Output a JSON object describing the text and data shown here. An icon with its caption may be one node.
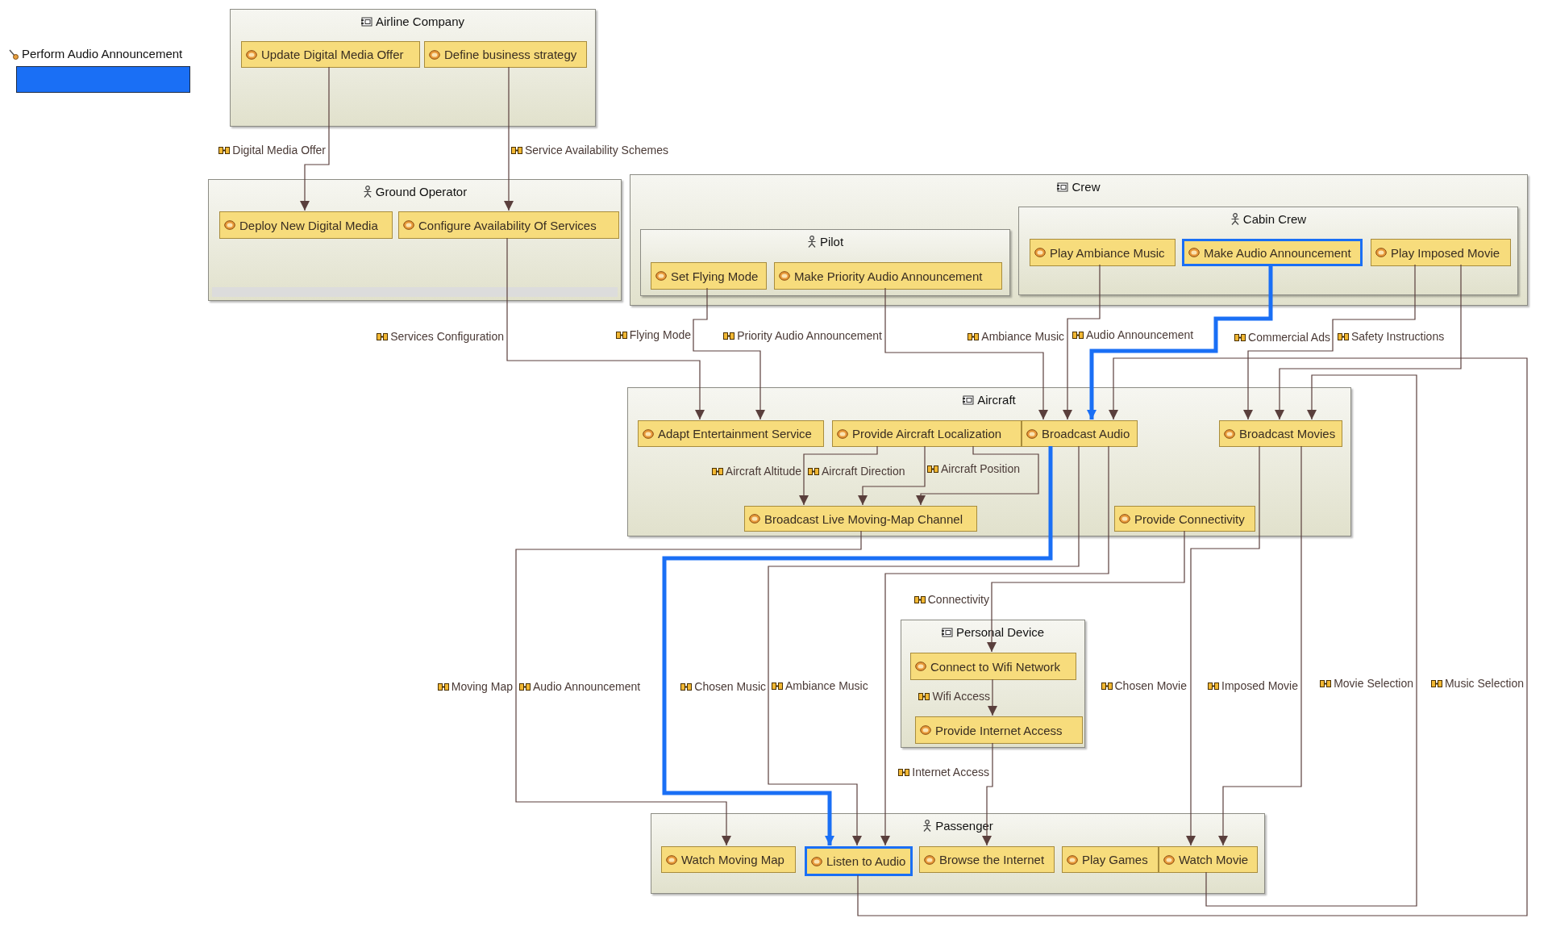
{
  "diagram": {
    "nodes": [
      {
        "text": [
          "Airline Company"
        ]
      },
      {
        "text": [
          "Update Digital Media Offer"
        ],
        "in": 0
      },
      {
        "text": [
          "Define business strategy"
        ],
        "in": 0
      },
      {
        "text": [
          "Ground Operator"
        ]
      },
      {
        "text": [
          "Deploy New Digital Media"
        ],
        "in": 3
      },
      {
        "text": [
          "Configure Availability Of Services"
        ],
        "in": 3
      },
      {
        "text": [
          "Crew"
        ]
      },
      {
        "text": [
          "Pilot"
        ],
        "in": 6
      },
      {
        "text": [
          "Set Flying Mode"
        ],
        "in": 7
      },
      {
        "text": [
          "Make Priority Audio Announcement"
        ],
        "in": 7
      },
      {
        "text": [
          "Cabin Crew"
        ],
        "in": 6
      },
      {
        "text": [
          "Play Ambiance Music"
        ],
        "in": 10
      },
      {
        "text": [
          "Make Audio Announcement"
        ],
        "in": 10
      },
      {
        "text": [
          "Play Imposed Movie"
        ],
        "in": 10
      },
      {
        "text": [
          "Aircraft"
        ]
      },
      {
        "text": [
          "Adapt Entertainment Service"
        ],
        "in": 14
      },
      {
        "text": [
          "Provide Aircraft Localization"
        ],
        "in": 14
      },
      {
        "text": [
          "Broadcast Audio"
        ],
        "in": 14
      },
      {
        "text": [
          "Broadcast Movies"
        ],
        "in": 14
      },
      {
        "text": [
          "Broadcast Live Moving-Map Channel"
        ],
        "in": 14
      },
      {
        "text": [
          "Provide Connectivity"
        ],
        "in": 14
      },
      {
        "text": [
          "Personal Device"
        ]
      },
      {
        "text": [
          "Connect to Wifi Network"
        ],
        "in": 21
      },
      {
        "text": [
          "Provide Internet Access"
        ],
        "in": 21
      },
      {
        "text": [
          "Passenger"
        ]
      },
      {
        "text": [
          "Watch Moving Map"
        ],
        "in": 24
      },
      {
        "text": [
          "Listen to Audio"
        ],
        "in": 24
      },
      {
        "text": [
          "Browse the Internet"
        ],
        "in": 24
      },
      {
        "text": [
          "Play Games"
        ],
        "in": 24
      },
      {
        "text": [
          "Watch Movie"
        ],
        "in": 24
      }
    ],
    "edges": [
      {
        "from": 1,
        "to": 4,
        "arrow": "to",
        "label": "Digital Media Offer"
      },
      {
        "from": 2,
        "to": 5,
        "arrow": "to",
        "label": "Service Availability Schemes"
      },
      {
        "from": 5,
        "to": 15,
        "arrow": "to",
        "label": "Services Configuration"
      },
      {
        "from": 8,
        "to": 15,
        "arrow": "to",
        "label": "Flying Mode"
      },
      {
        "from": 9,
        "to": 17,
        "arrow": "to",
        "label": "Priority Audio Announcement"
      },
      {
        "from": 11,
        "to": 17,
        "arrow": "to",
        "label": "Ambiance Music"
      },
      {
        "from": 12,
        "to": 17,
        "arrow": "to",
        "label": "Audio Announcement",
        "style": "thick",
        "color": "#1a6ff5"
      },
      {
        "from": 13,
        "to": 18,
        "arrow": "to",
        "label": "Commercial Ads"
      },
      {
        "from": 13,
        "to": 18,
        "arrow": "to",
        "label": "Safety Instructions"
      },
      {
        "from": 26,
        "to": 17,
        "arrow": "to",
        "label": "Music Selection"
      },
      {
        "from": 29,
        "to": 18,
        "arrow": "to",
        "label": "Movie Selection"
      },
      {
        "from": 16,
        "to": 19,
        "arrow": "to",
        "label": "Aircraft Altitude"
      },
      {
        "from": 16,
        "to": 19,
        "arrow": "to",
        "label": "Aircraft Direction"
      },
      {
        "from": 16,
        "to": 19,
        "arrow": "to",
        "label": "Aircraft Position"
      },
      {
        "from": 19,
        "to": 25,
        "arrow": "to",
        "label": "Moving Map"
      },
      {
        "from": 17,
        "to": 26,
        "arrow": "to",
        "label": "Audio Announcement",
        "style": "thick",
        "color": "#1a6ff5"
      },
      {
        "from": 17,
        "to": 26,
        "arrow": "to",
        "label": "Chosen Music"
      },
      {
        "from": 17,
        "to": 26,
        "arrow": "to",
        "label": "Ambiance Music"
      },
      {
        "from": 20,
        "to": 22,
        "arrow": "to",
        "label": "Connectivity"
      },
      {
        "from": 22,
        "to": 23,
        "arrow": "to",
        "label": "Wifi Access"
      },
      {
        "from": 23,
        "to": 27,
        "arrow": "to",
        "label": "Internet Access"
      },
      {
        "from": 18,
        "to": 29,
        "arrow": "to",
        "label": "Chosen Movie"
      },
      {
        "from": 18,
        "to": 29,
        "arrow": "to",
        "label": "Imposed Movie"
      }
    ],
    "legend": [
      {
        "text": "Perform Audio Announcement",
        "color": "#1a6ff5"
      }
    ]
  }
}
